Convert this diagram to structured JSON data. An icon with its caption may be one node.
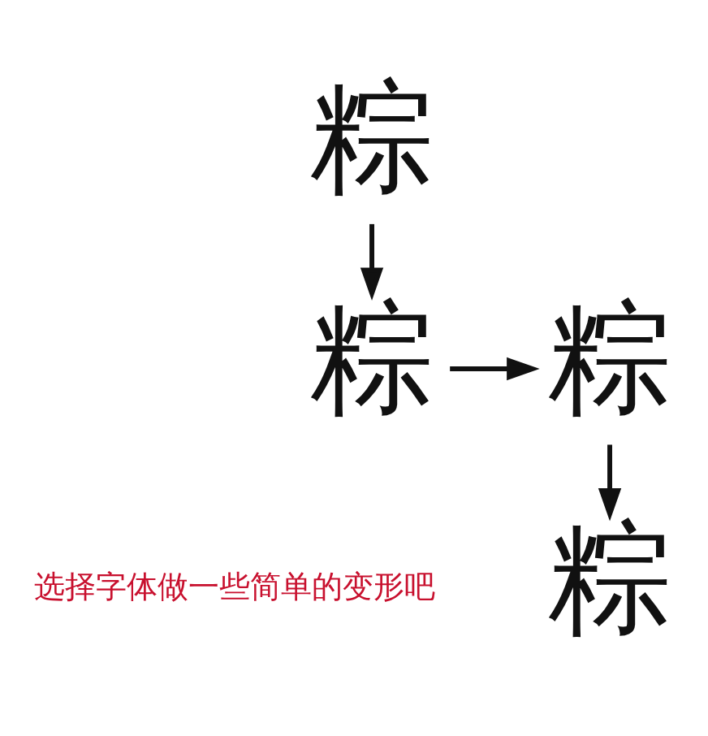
{
  "diagram": {
    "nodes": [
      {
        "text": [
          "粽"
        ]
      },
      {
        "text": [
          "粽"
        ]
      },
      {
        "text": [
          "粽"
        ]
      },
      {
        "text": [
          "粽"
        ]
      }
    ],
    "edges": [
      {
        "from": 0,
        "to": 1,
        "arrow": "to"
      },
      {
        "from": 1,
        "to": 2,
        "arrow": "to"
      },
      {
        "from": 2,
        "to": 3,
        "arrow": "to"
      }
    ],
    "labels": [
      "选择字体做一些简单的变形吧"
    ]
  }
}
